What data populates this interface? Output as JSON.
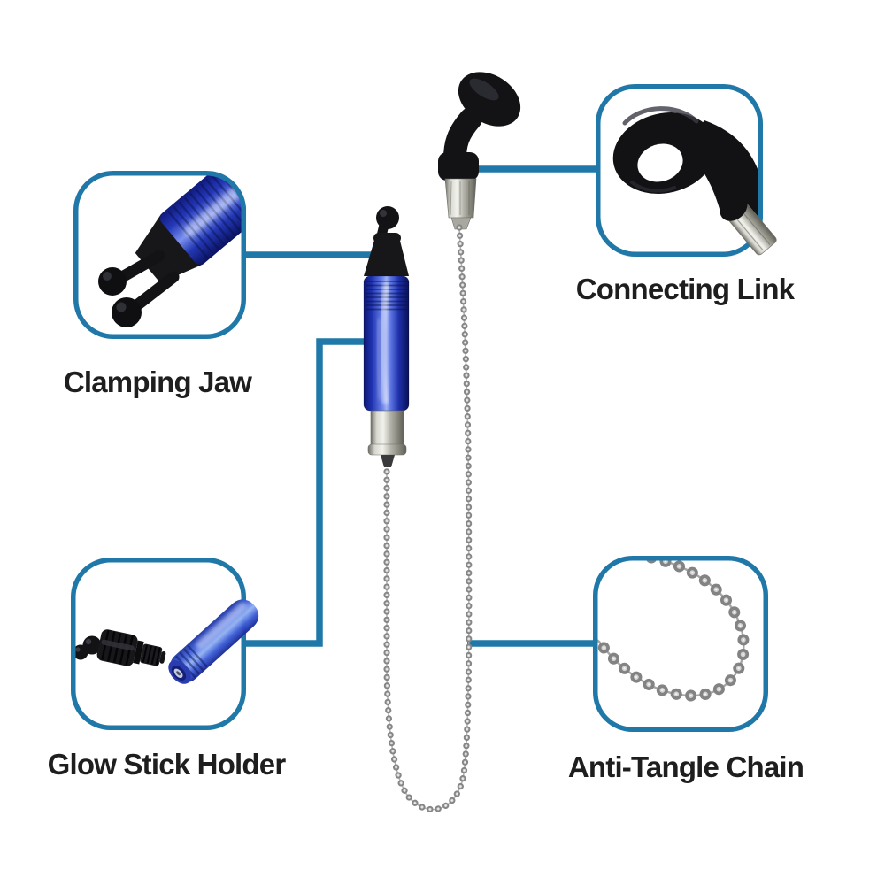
{
  "page": {
    "background": "#ffffff",
    "accent_color": "#1f78a8",
    "label_color": "#1e1e1e"
  },
  "figure": {
    "kind": "annotated-product-diagram",
    "subject": "fishing bite indicator swinger with ball chain",
    "callouts": [
      {
        "id": "clamping-jaw",
        "label": "Clamping Jaw",
        "position": "top-left",
        "points_to": "black jaw arms with ball tips on blue body"
      },
      {
        "id": "connecting-link",
        "label": "Connecting Link",
        "position": "top-right",
        "points_to": "black eye ring link at top of chain"
      },
      {
        "id": "glow-stick-holder",
        "label": "Glow Stick Holder",
        "position": "bottom-left",
        "points_to": "blue translucent tube body of indicator"
      },
      {
        "id": "anti-tangle-chain",
        "label": "Anti-Tangle Chain",
        "position": "bottom-right",
        "points_to": "stainless ball chain loop"
      }
    ],
    "product_colors": {
      "body_blue": "#2b3fc0",
      "fittings_black": "#17181a",
      "metal_silver": "#c9c9c2",
      "chain_silver": "#9a9a9a"
    }
  }
}
